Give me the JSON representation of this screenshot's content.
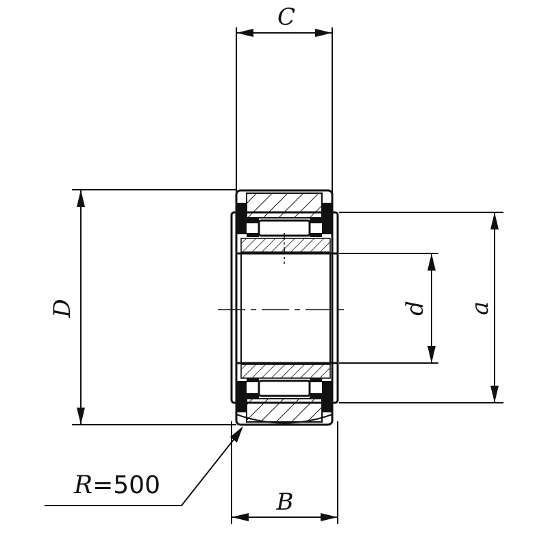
{
  "diagram": {
    "labels": {
      "C": "C",
      "B": "B",
      "D": "D",
      "d": "d",
      "a": "a",
      "radius_prefix": "R",
      "radius_eq": "=500"
    }
  }
}
